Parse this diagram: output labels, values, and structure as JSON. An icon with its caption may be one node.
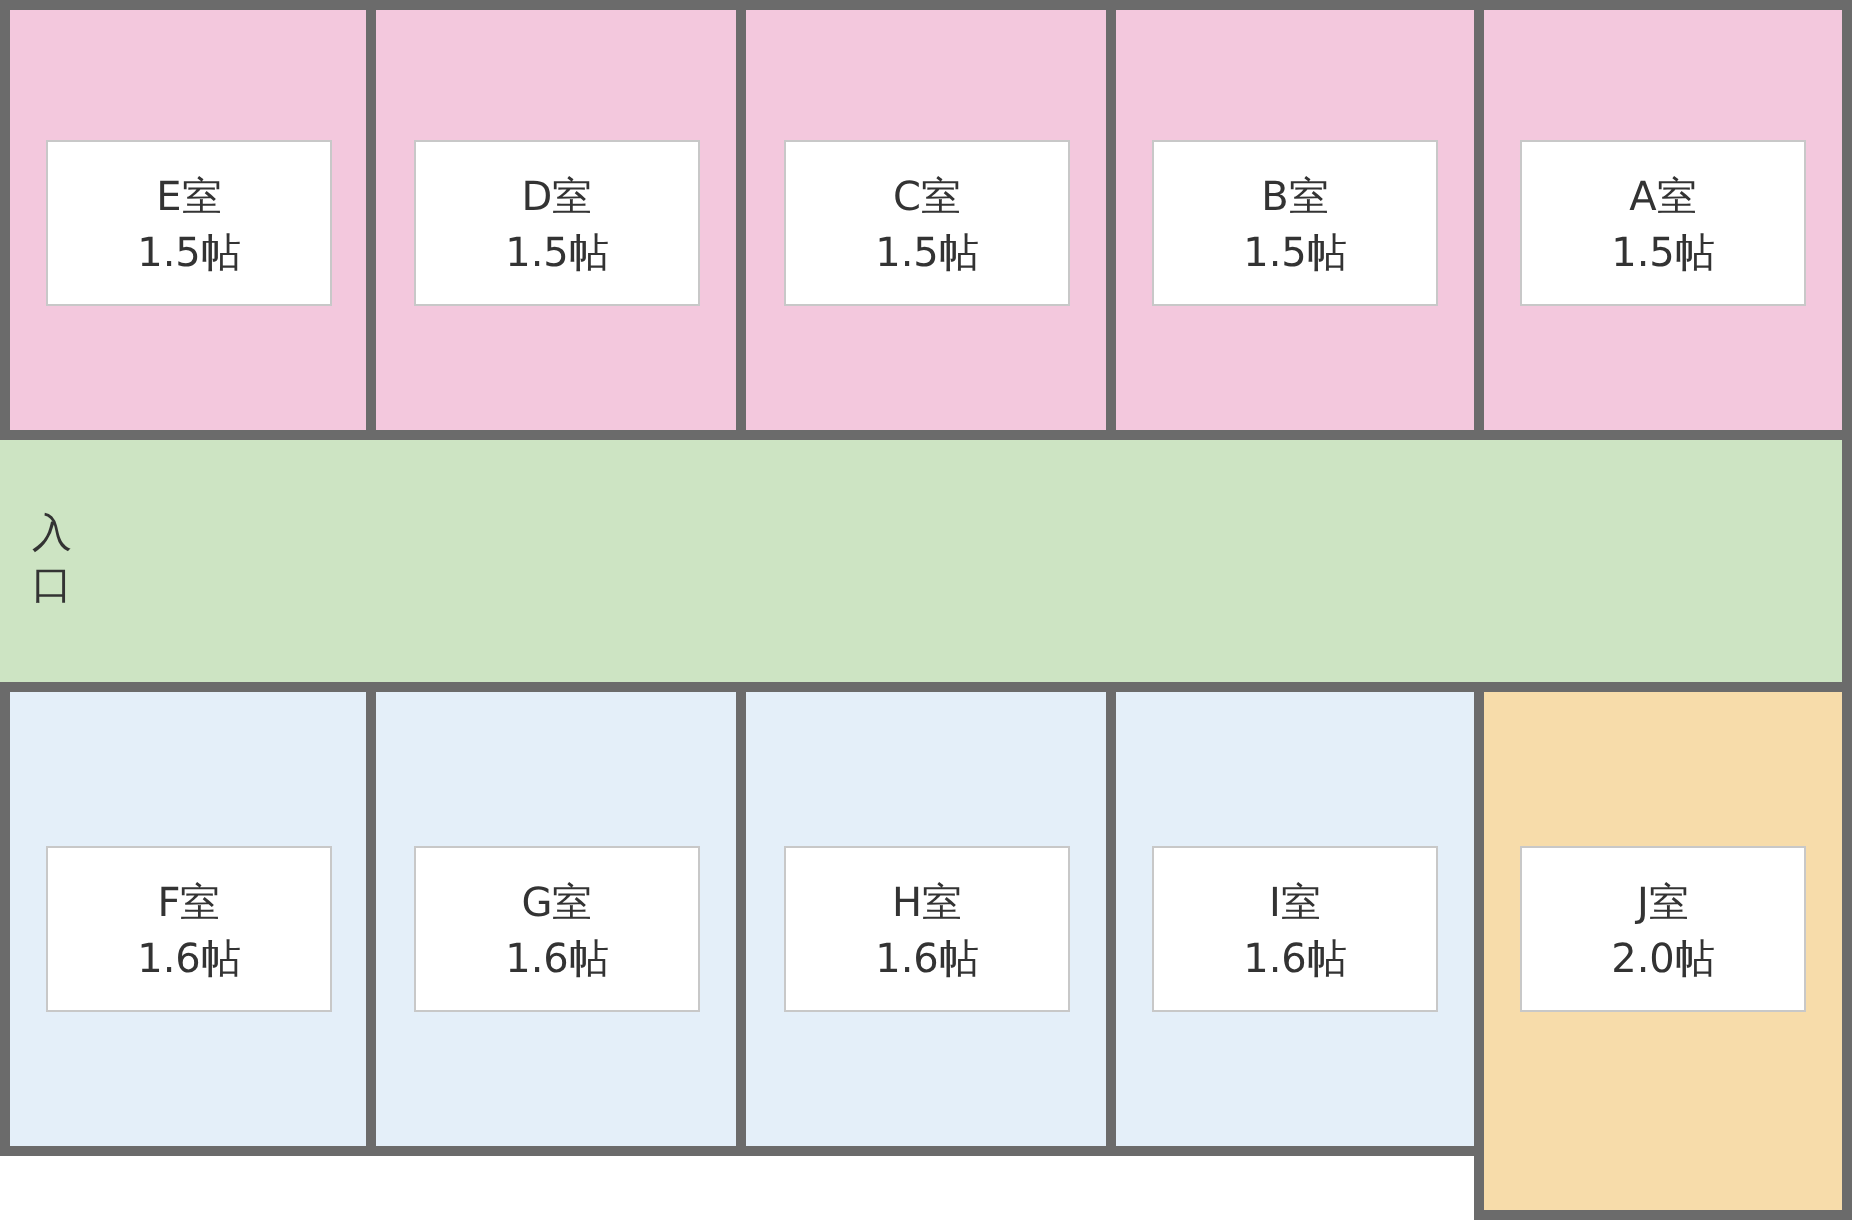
{
  "diagram": {
    "nodes": [
      {
        "text": [
          "E室",
          "1.5帖"
        ]
      },
      {
        "text": [
          "D室",
          "1.5帖"
        ]
      },
      {
        "text": [
          "C室",
          "1.5帖"
        ]
      },
      {
        "text": [
          "B室",
          "1.5帖"
        ]
      },
      {
        "text": [
          "A室",
          "1.5帖"
        ]
      },
      {
        "text": [
          "入口"
        ]
      },
      {
        "text": [
          "F室",
          "1.6帖"
        ]
      },
      {
        "text": [
          "G室",
          "1.6帖"
        ]
      },
      {
        "text": [
          "H室",
          "1.6帖"
        ]
      },
      {
        "text": [
          "I室",
          "1.6帖"
        ]
      },
      {
        "text": [
          "J室",
          "2.0帖"
        ]
      }
    ]
  }
}
